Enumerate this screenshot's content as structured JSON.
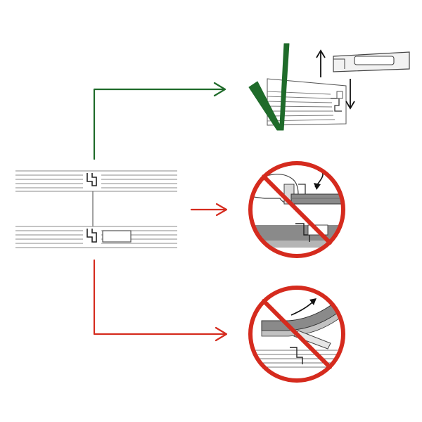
{
  "colors": {
    "background": "#ffffff",
    "correct": "#1f6b2a",
    "wrong": "#d52b1e",
    "line": "#888888",
    "dark": "#222222",
    "shade": "#8a8a8a",
    "light_fill": "#e6e6e6",
    "board_fill": "#f2f2f2"
  },
  "diagram": {
    "subject": "flooring-plank-joint-installation",
    "panels": [
      {
        "id": "correct-method",
        "verdict": "correct",
        "icon": "checkmark-icon"
      },
      {
        "id": "wrong-method-lift",
        "verdict": "wrong",
        "icon": "prohibited-icon"
      },
      {
        "id": "wrong-method-bend",
        "verdict": "wrong",
        "icon": "prohibited-icon"
      }
    ]
  }
}
